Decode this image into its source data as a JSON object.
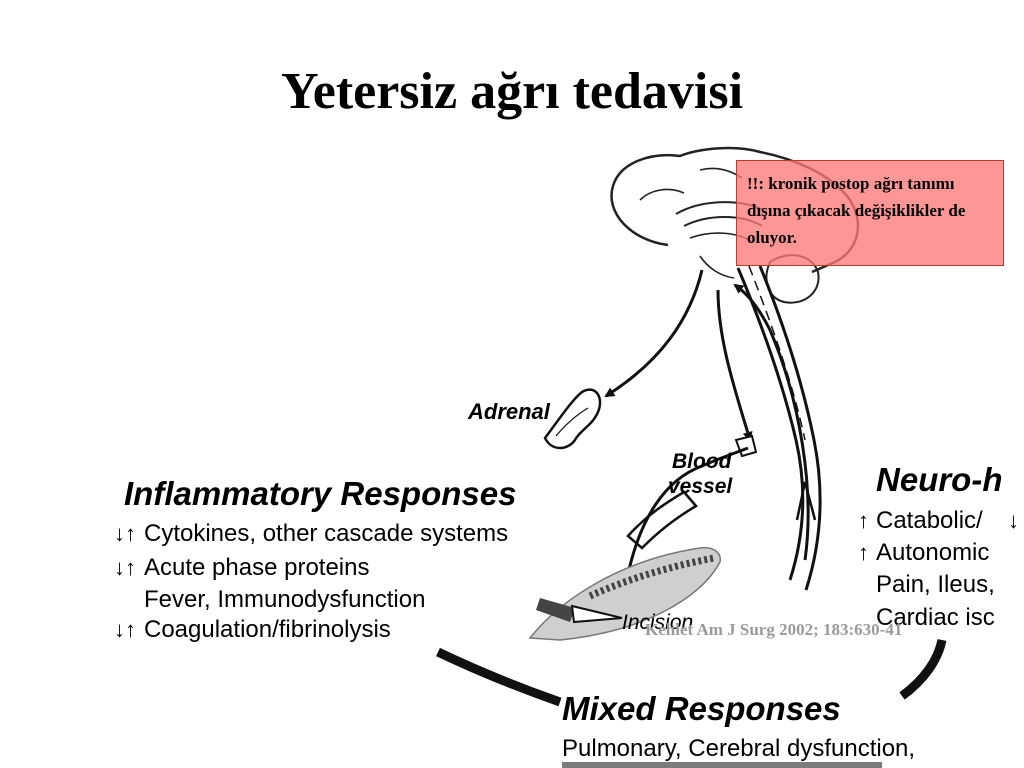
{
  "slide": {
    "title": "Yetersiz ağrı tedavisi",
    "note": "!!: kronik postop ağrı tanımı dışına çıkacak değişiklikler de oluyor.",
    "reference": "Kehlet Am J Surg 2002; 183:630-41"
  },
  "diagram": {
    "labels": {
      "adrenal": "Adrenal",
      "blood": "Blood",
      "vessel": "vessel",
      "incision": "Incision"
    },
    "inflammatory": {
      "heading": "Inflammatory Responses",
      "items": [
        "Cytokines, other cascade systems",
        "Acute phase proteins",
        "Fever, Immunodysfunction",
        "Coagulation/fibrinolysis"
      ]
    },
    "neuro": {
      "heading": "Neuro-h",
      "items": [
        "Catabolic/",
        "Autonomic",
        "Pain, Ileus,",
        "Cardiac isc"
      ]
    },
    "mixed": {
      "heading": "Mixed Responses",
      "items": [
        "Pulmonary, Cerebral dysfunction,"
      ]
    }
  }
}
